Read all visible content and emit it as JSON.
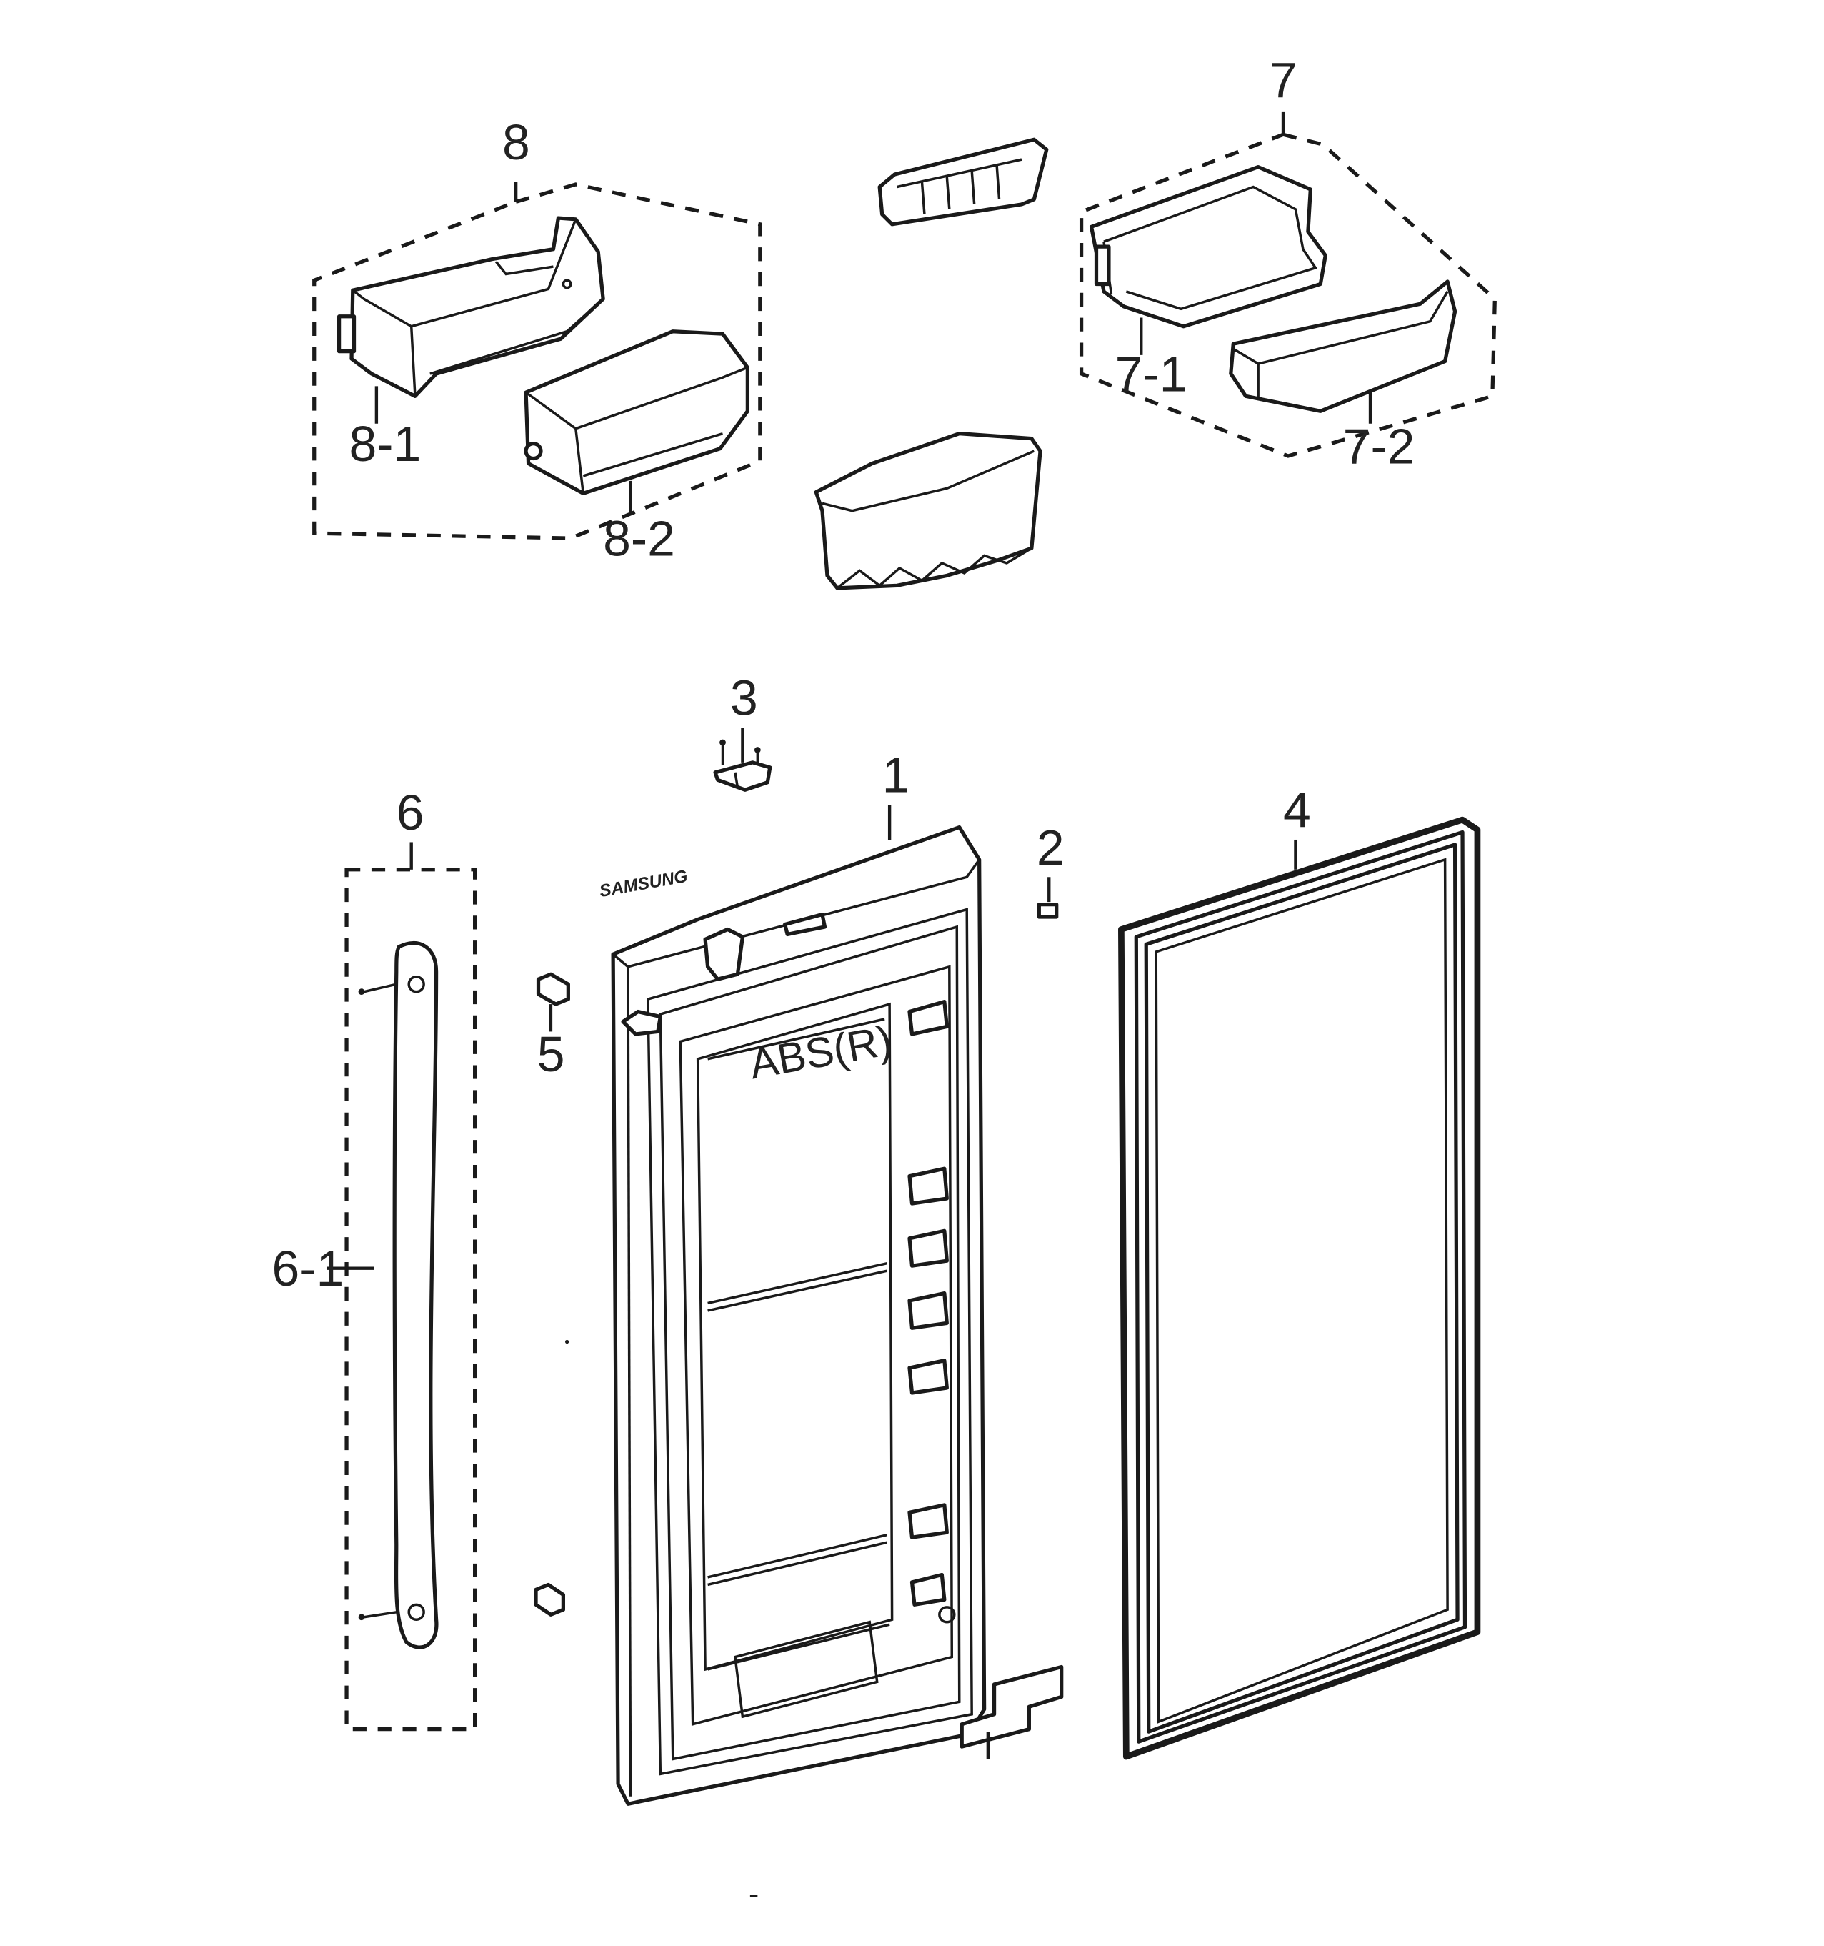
{
  "callouts": {
    "c1": "1",
    "c2": "2",
    "c3": "3",
    "c4": "4",
    "c5": "5",
    "c6": "6",
    "c6_1": "6-1",
    "c7": "7",
    "c7_1": "7-1",
    "c7_2": "7-2",
    "c8": "8",
    "c8_1": "8-1",
    "c8_2": "8-2"
  },
  "embossed_text": {
    "door_liner": "ABS(R)",
    "brand": "SAMSUNG"
  }
}
